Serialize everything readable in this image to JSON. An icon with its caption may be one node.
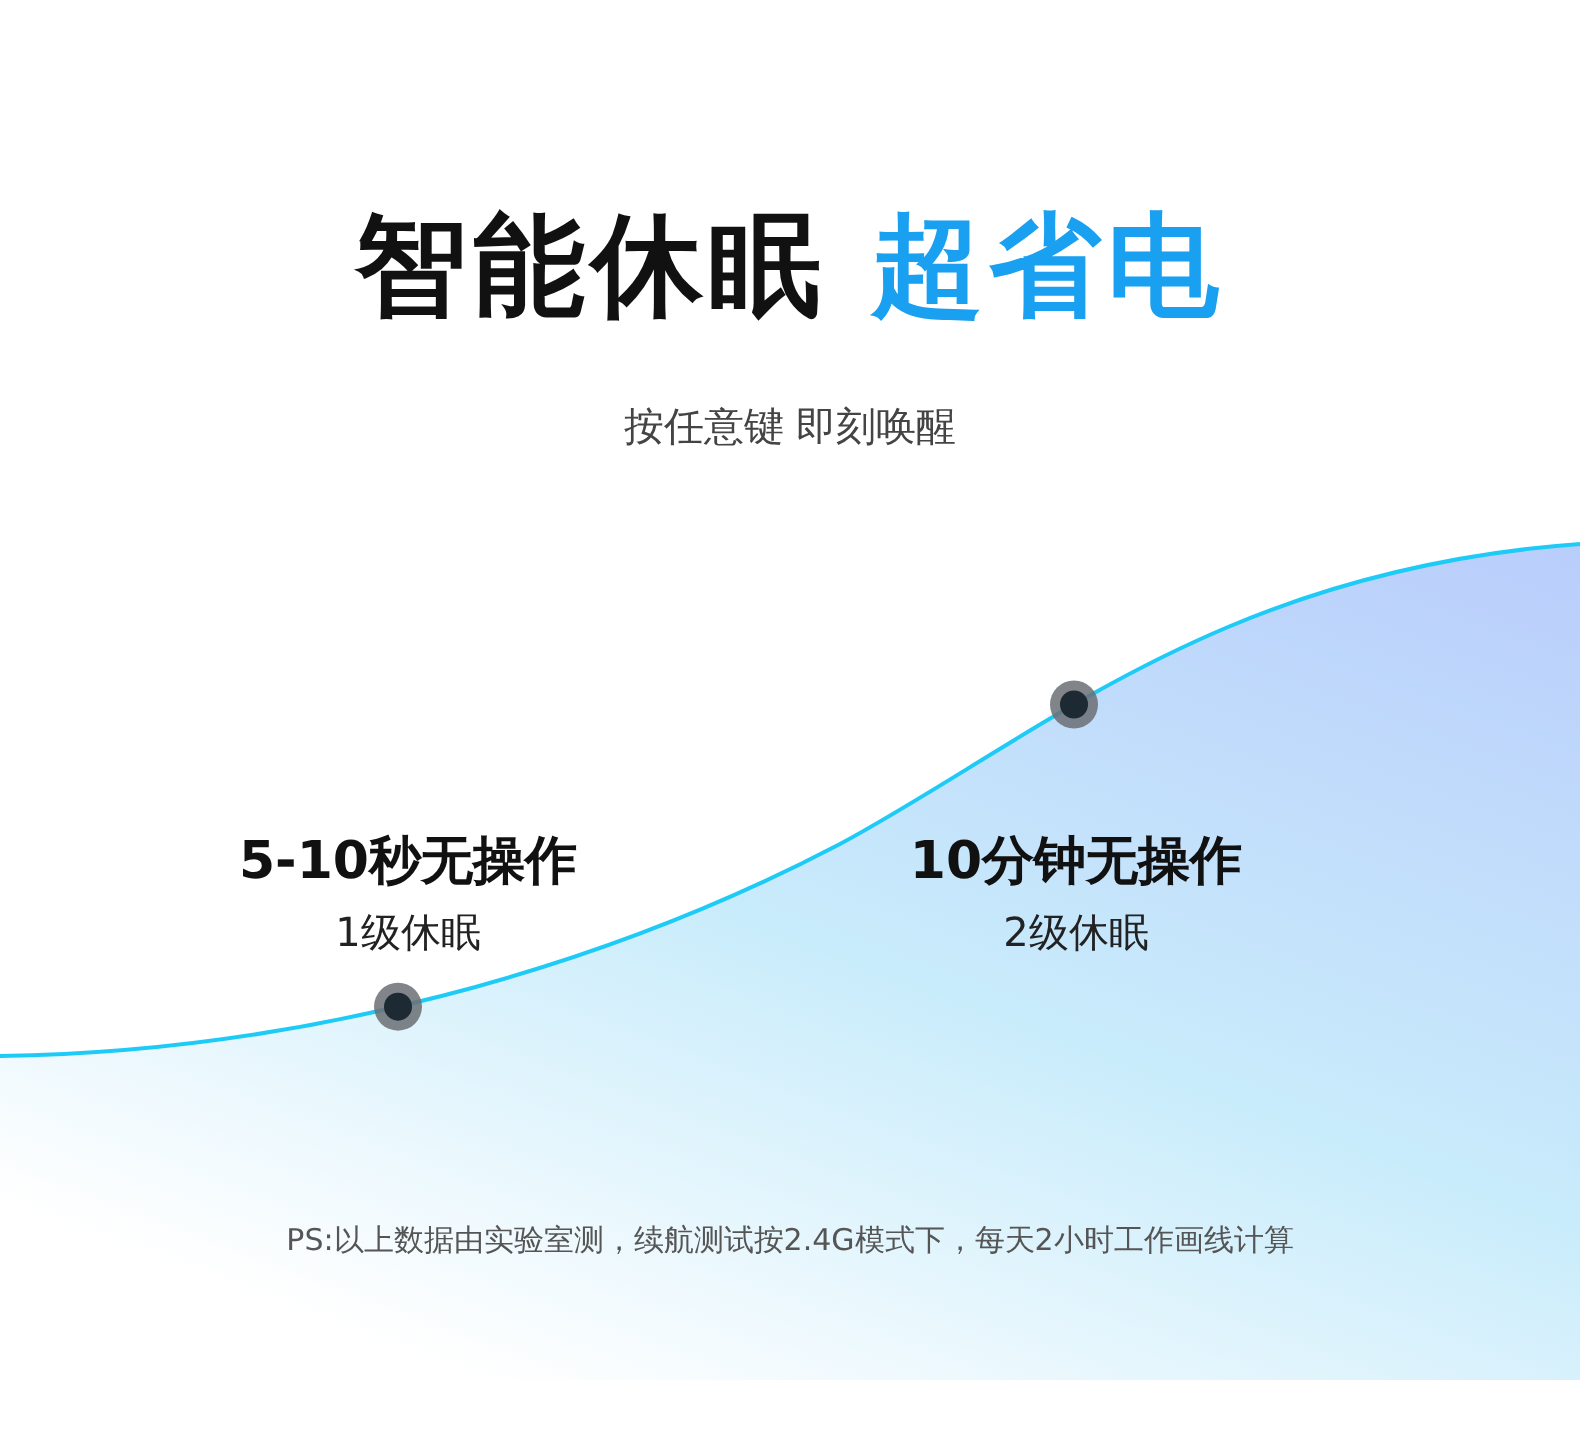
{
  "diagram": {
    "title": "智能休眠 超省电",
    "labels": [
      "按任意键 即刻唤醒",
      "5-10秒无操作",
      "1级休眠",
      "10分钟无操作",
      "2级休眠",
      "PS:以上数据由实验室测，续航测试按2.4G模式下，每天2小时工作画线计算"
    ]
  }
}
